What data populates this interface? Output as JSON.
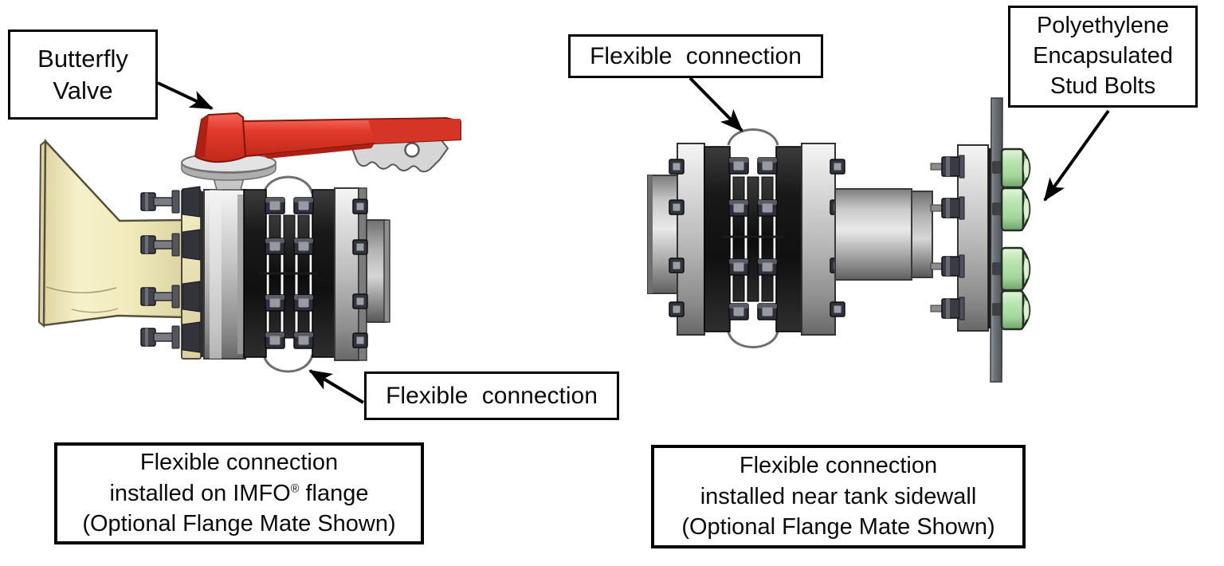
{
  "colors": {
    "line_black": "#000000",
    "handle_red": "#e03a2c",
    "cone_cream": "#f2ecc0",
    "stud_green": "#b9e4b1",
    "gasket_black": "#161616",
    "metal_light": "#e6e6e6",
    "metal_dark": "#6d6d6d",
    "wall_gray": "#676c71"
  },
  "callouts": {
    "butterfly_valve": {
      "line1": "Butterfly",
      "line2": "Valve"
    },
    "flexible_connection_right": {
      "label": "Flexible connection"
    },
    "polyethylene_studs": {
      "line1": "Polyethylene",
      "line2": "Encapsulated",
      "line3": "Stud Bolts"
    },
    "flexible_connection_left": {
      "label": "Flexible connection"
    }
  },
  "captions": {
    "left": {
      "line1": "Flexible connection",
      "line2_a": "installed on IMFO",
      "line2_sup": "®",
      "line2_b": " flange",
      "line3": "(Optional Flange Mate Shown)"
    },
    "right": {
      "line1": "Flexible connection",
      "line2": "installed near tank sidewall",
      "line3": "(Optional Flange Mate Shown)"
    }
  }
}
